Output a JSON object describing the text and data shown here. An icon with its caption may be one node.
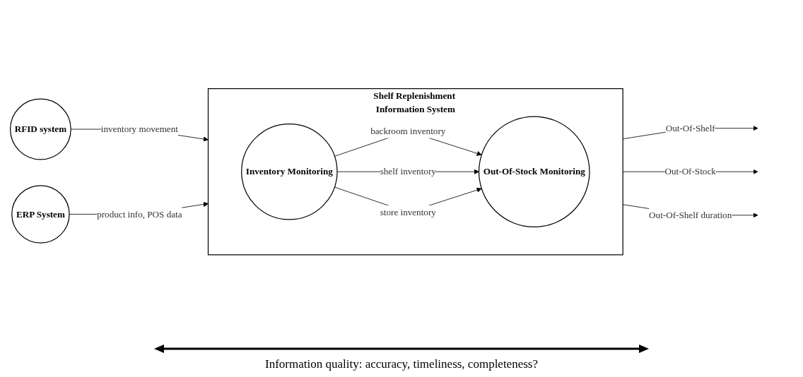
{
  "diagram": {
    "nodes": [
      {
        "text": [
          "RFID system"
        ]
      },
      {
        "text": [
          "ERP System"
        ]
      },
      {
        "text": [
          "Shelf Replenishment Information System"
        ]
      },
      {
        "text": [
          "Inventory Monitoring"
        ],
        "in": 2
      },
      {
        "text": [
          "Out-Of-Stock Monitoring"
        ],
        "in": 2
      }
    ],
    "edges": [
      {
        "from": 0,
        "to": 2,
        "arrow": "to",
        "label": "inventory movement"
      },
      {
        "from": 1,
        "to": 2,
        "arrow": "to",
        "label": "product info, POS data"
      },
      {
        "from": 3,
        "to": 4,
        "arrow": "to",
        "label": "backroom inventory"
      },
      {
        "from": 3,
        "to": 4,
        "arrow": "to",
        "label": "shelf inventory"
      },
      {
        "from": 3,
        "to": 4,
        "arrow": "to",
        "label": "store inventory"
      },
      {
        "from": 2,
        "to": null,
        "arrow": "to",
        "label": "Out-Of-Shelf"
      },
      {
        "from": 2,
        "to": null,
        "arrow": "to",
        "label": "Out-Of-Stock"
      },
      {
        "from": 2,
        "to": null,
        "arrow": "to",
        "label": "Out-Of-Shelf duration"
      }
    ],
    "labels": [
      "Information quality: accuracy, timeliness, completeness?"
    ]
  }
}
